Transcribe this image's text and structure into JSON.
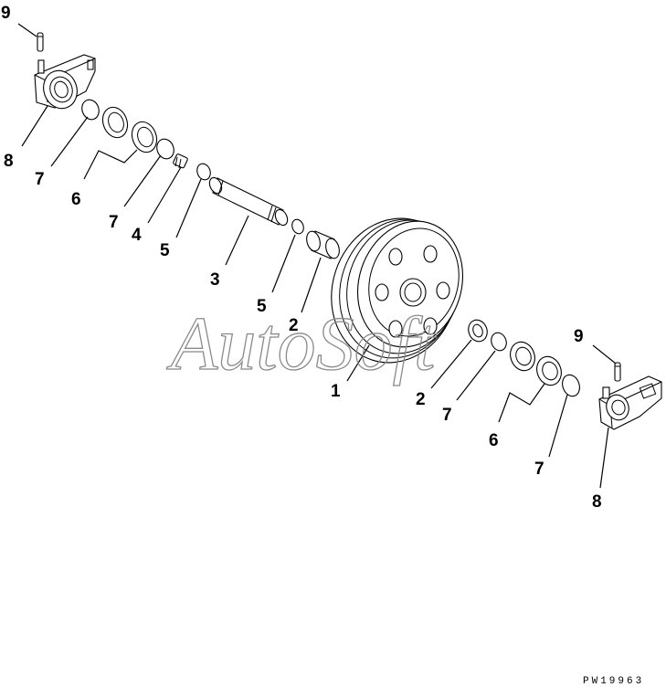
{
  "diagram": {
    "callouts": {
      "c1": "1",
      "c2a": "2",
      "c2b": "2",
      "c3": "3",
      "c4": "4",
      "c5a": "5",
      "c5b": "5",
      "c6a": "6",
      "c6b": "6",
      "c7a": "7",
      "c7b": "7",
      "c7c": "7",
      "c7d": "7",
      "c8a": "8",
      "c8b": "8",
      "c9a": "9",
      "c9b": "9"
    },
    "watermark": "AutoSoft",
    "document_id": "PW19963"
  }
}
